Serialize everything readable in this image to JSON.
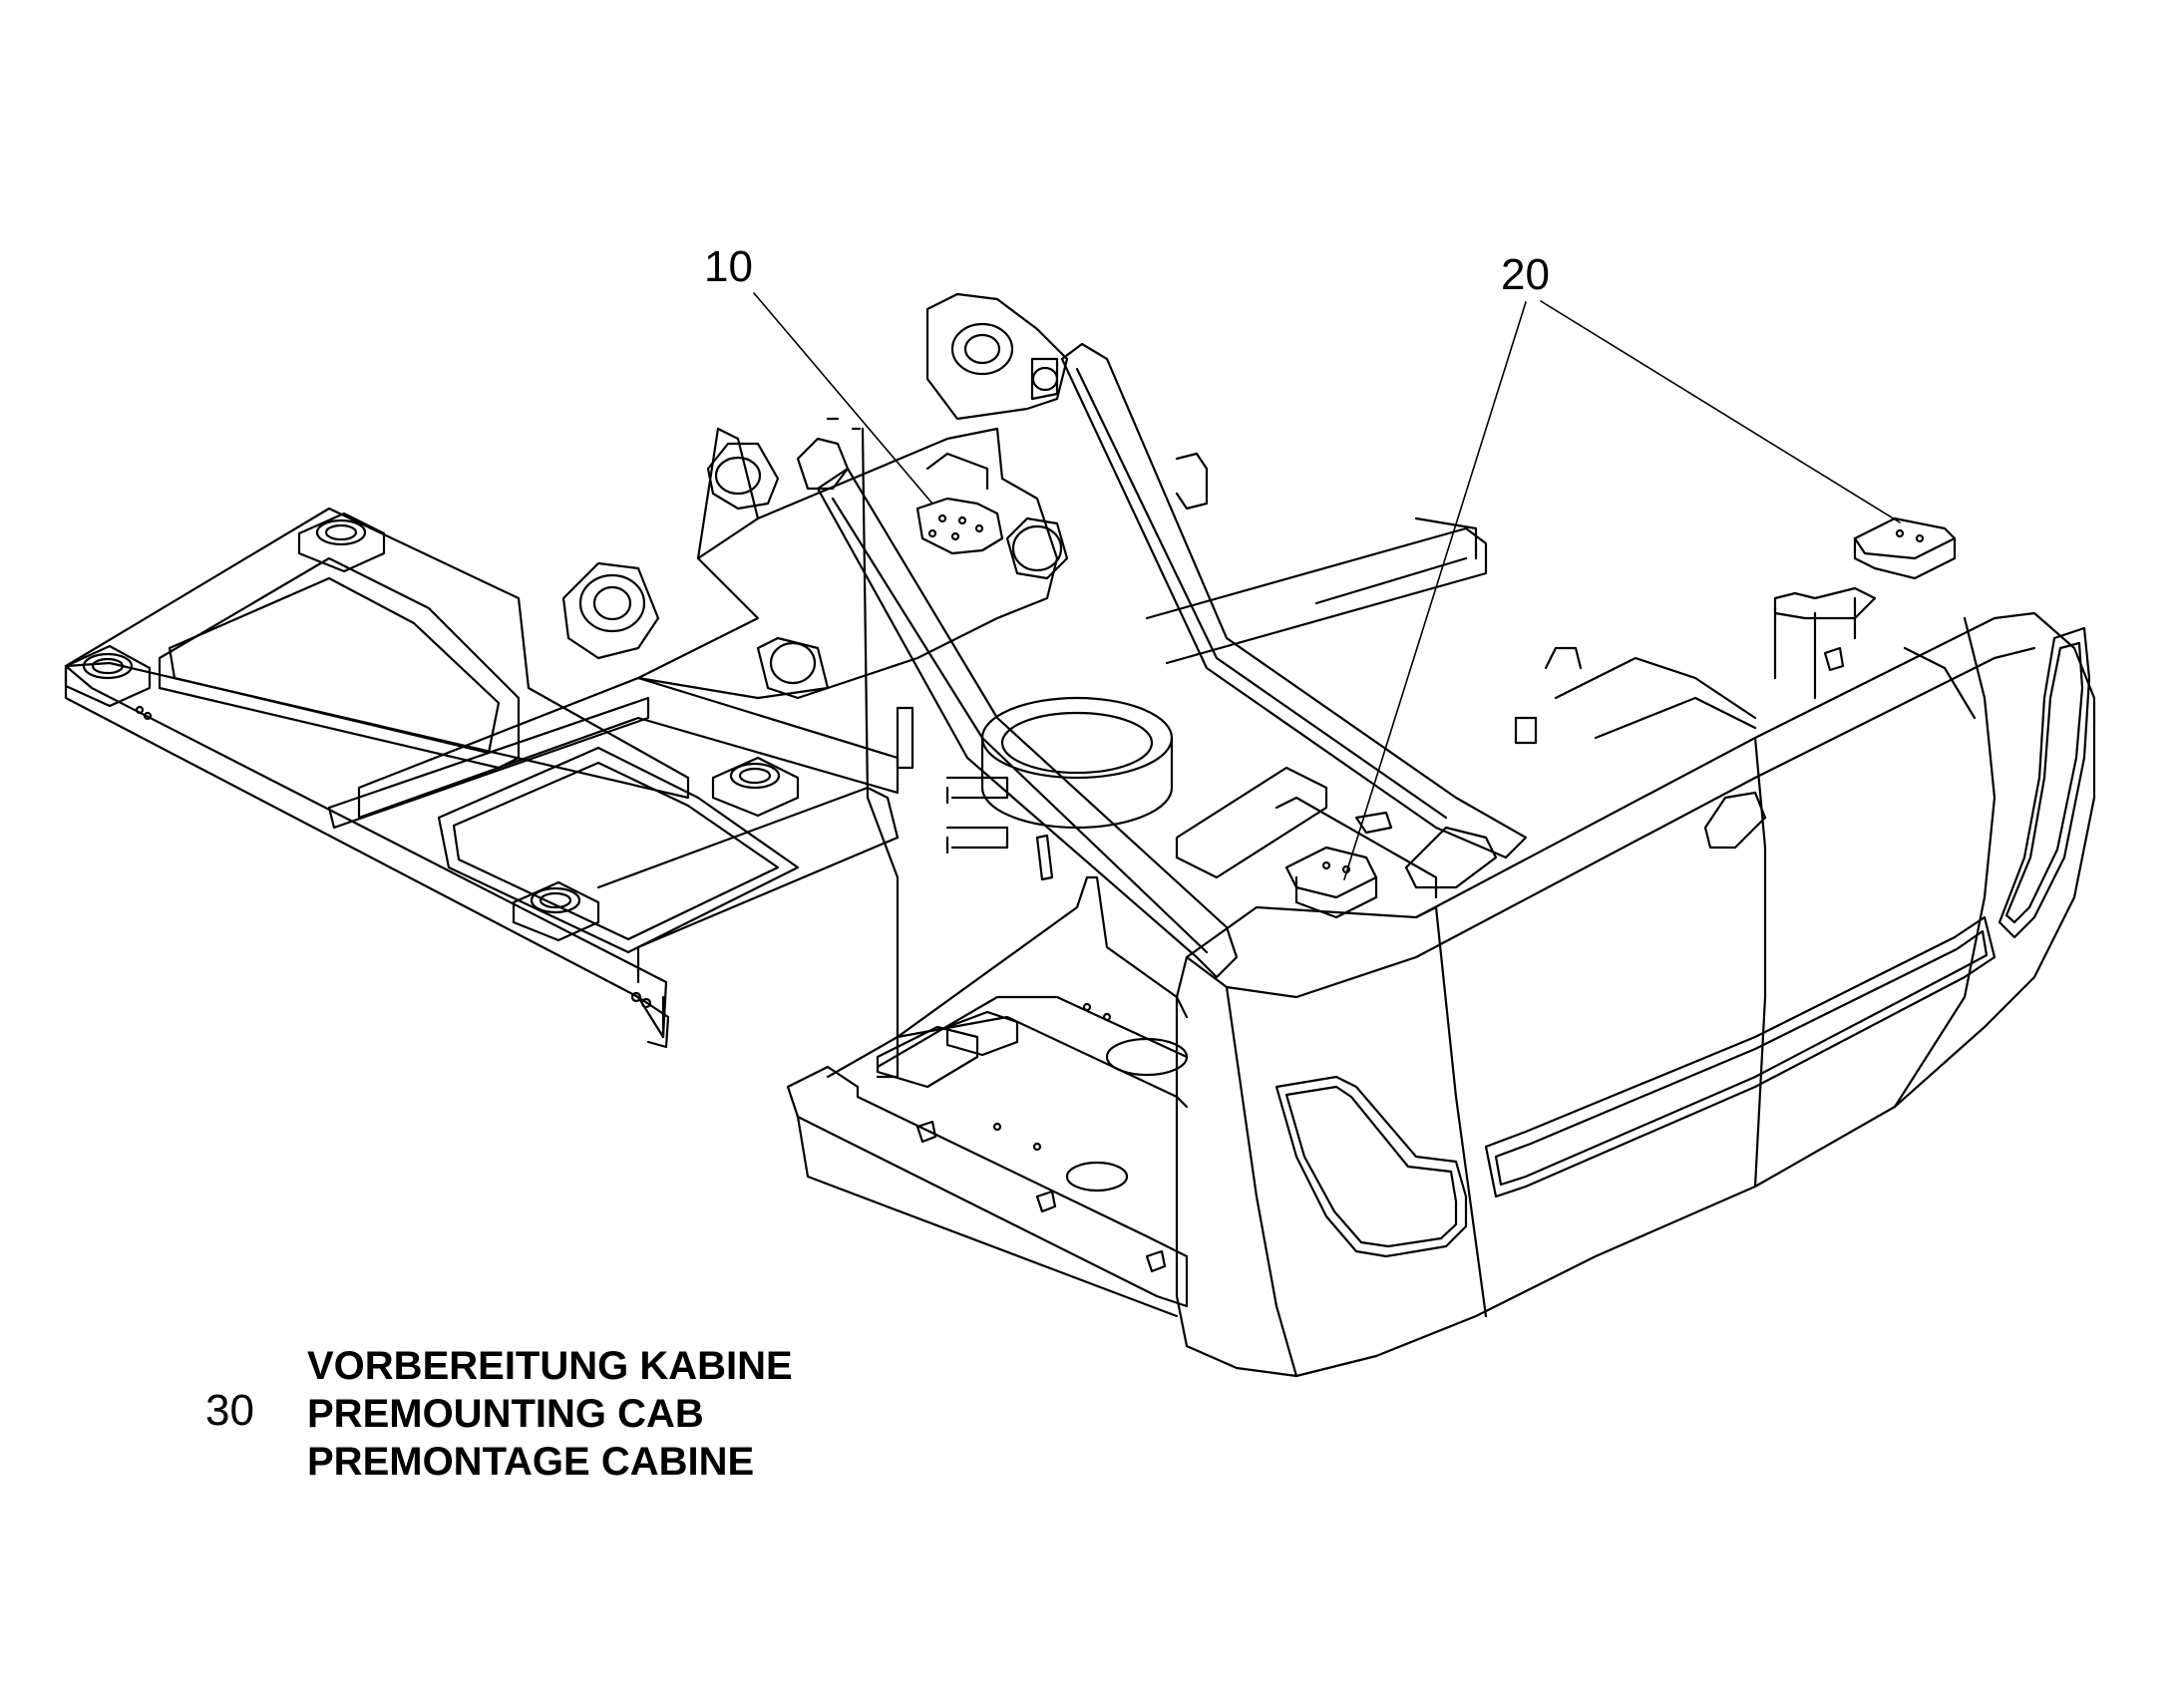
{
  "callouts": {
    "c10": "10",
    "c20": "20"
  },
  "legend": {
    "number": "30",
    "lines": [
      "VORBEREITUNG KABINE",
      "PREMOUNTING CAB",
      "PREMONTAGE CABINE"
    ]
  },
  "colors": {
    "line": "#000000",
    "background": "#ffffff"
  }
}
